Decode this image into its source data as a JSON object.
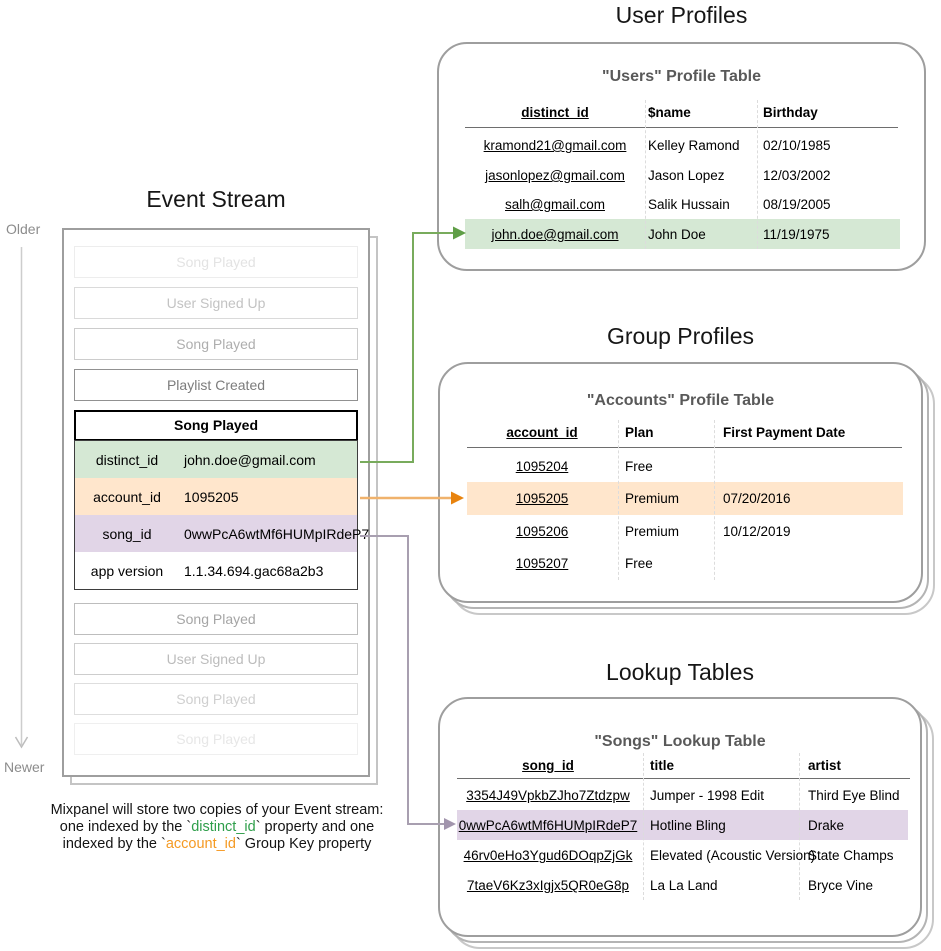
{
  "colors": {
    "green_fill": "#d5e8d4",
    "orange_fill": "#ffe6cc",
    "purple_fill": "#e1d5e7",
    "green_arrow": "#78ab5c",
    "orange_arrow": "#e8830e",
    "purple_arrow": "#a89fb0",
    "caption_green": "#2e9e4a",
    "caption_orange": "#f59a23",
    "card_border": "#9e9e9e"
  },
  "event_stream": {
    "title": "Event Stream",
    "older_label": "Older",
    "newer_label": "Newer",
    "events_above": [
      "Song Played",
      "User Signed Up",
      "Song Played",
      "Playlist Created"
    ],
    "detail": {
      "title": "Song Played",
      "rows": [
        {
          "key": "distinct_id",
          "value": "john.doe@gmail.com"
        },
        {
          "key": "account_id",
          "value": "1095205"
        },
        {
          "key": "song_id",
          "value": "0wwPcA6wtMf6HUMpIRdeP7"
        },
        {
          "key": "app version",
          "value": "1.1.34.694.gac68a2b3"
        }
      ]
    },
    "events_below": [
      "Song Played",
      "User Signed Up",
      "Song Played",
      "Song Played"
    ]
  },
  "caption": {
    "line1": "Mixpanel will store two copies of your Event stream:",
    "line2_pre": "one indexed by the `",
    "line2_code": "distinct_id",
    "line2_post": "` property and one",
    "line3_pre": "indexed by the `",
    "line3_code": "account_id",
    "line3_post": "` Group Key property"
  },
  "sections": {
    "user_profiles": {
      "title": "User Profiles",
      "table_title": "\"Users\" Profile Table",
      "columns": [
        "distinct_id",
        "$name",
        "Birthday"
      ],
      "rows": [
        [
          "kramond21@gmail.com",
          "Kelley Ramond",
          "02/10/1985"
        ],
        [
          "jasonlopez@gmail.com",
          "Jason Lopez",
          "12/03/2002"
        ],
        [
          "salh@gmail.com",
          "Salik Hussain",
          "08/19/2005"
        ],
        [
          "john.doe@gmail.com",
          "John Doe",
          "11/19/1975"
        ]
      ],
      "highlighted_row_index": 3
    },
    "group_profiles": {
      "title": "Group Profiles",
      "table_title": "\"Accounts\" Profile Table",
      "columns": [
        "account_id",
        "Plan",
        "First Payment Date"
      ],
      "rows": [
        [
          "1095204",
          "Free",
          ""
        ],
        [
          "1095205",
          "Premium",
          "07/20/2016"
        ],
        [
          "1095206",
          "Premium",
          "10/12/2019"
        ],
        [
          "1095207",
          "Free",
          ""
        ]
      ],
      "highlighted_row_index": 1
    },
    "lookup_tables": {
      "title": "Lookup Tables",
      "table_title": "\"Songs\" Lookup Table",
      "columns": [
        "song_id",
        "title",
        "artist"
      ],
      "rows": [
        [
          "3354J49VpkbZJho7Ztdzpw",
          "Jumper - 1998 Edit",
          "Third Eye Blind"
        ],
        [
          "0wwPcA6wtMf6HUMpIRdeP7",
          "Hotline Bling",
          "Drake"
        ],
        [
          "46rv0eHo3Ygud6DOqpZjGk",
          "Elevated (Acoustic Version)",
          "State Champs"
        ],
        [
          "7taeV6Kz3xIgjx5QR0eG8p",
          "La La Land",
          "Bryce Vine"
        ]
      ],
      "highlighted_row_index": 1
    }
  }
}
